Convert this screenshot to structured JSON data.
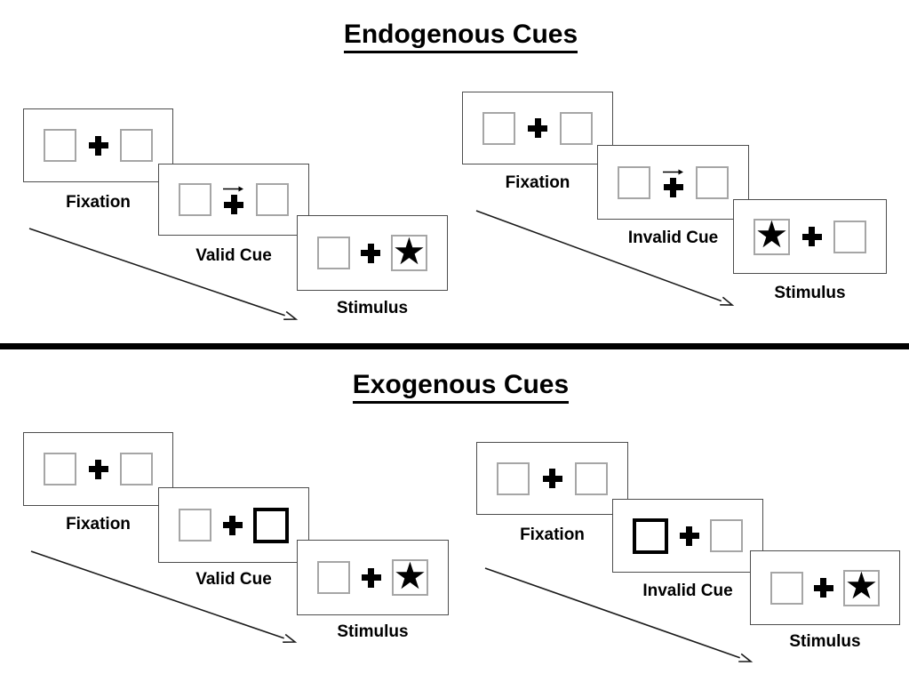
{
  "colors": {
    "ink": "#000000",
    "panel_border": "#4d4d4d",
    "box_border": "#a6a6a6"
  },
  "glyphs": {
    "star": "★"
  },
  "sections": [
    {
      "title": "Endogenous Cues",
      "groups": [
        {
          "name": "valid-cue-trial",
          "frames": [
            {
              "label": "Fixation",
              "left_box": "empty",
              "center": "fixation-cross",
              "right_box": "empty"
            },
            {
              "label": "Valid Cue",
              "left_box": "empty",
              "center": "fixation-cross-with-right-arrow",
              "right_box": "empty"
            },
            {
              "label": "Stimulus",
              "left_box": "empty",
              "center": "fixation-cross",
              "right_box": "star"
            }
          ]
        },
        {
          "name": "invalid-cue-trial",
          "frames": [
            {
              "label": "Fixation",
              "left_box": "empty",
              "center": "fixation-cross",
              "right_box": "empty"
            },
            {
              "label": "Invalid Cue",
              "left_box": "empty",
              "center": "fixation-cross-with-right-arrow",
              "right_box": "empty"
            },
            {
              "label": "Stimulus",
              "left_box": "star",
              "center": "fixation-cross",
              "right_box": "empty"
            }
          ]
        }
      ]
    },
    {
      "title": "Exogenous Cues",
      "groups": [
        {
          "name": "valid-cue-trial",
          "frames": [
            {
              "label": "Fixation",
              "left_box": "empty",
              "center": "fixation-cross",
              "right_box": "empty"
            },
            {
              "label": "Valid Cue",
              "left_box": "empty",
              "center": "fixation-cross",
              "right_box": "highlighted"
            },
            {
              "label": "Stimulus",
              "left_box": "empty",
              "center": "fixation-cross",
              "right_box": "star"
            }
          ]
        },
        {
          "name": "invalid-cue-trial",
          "frames": [
            {
              "label": "Fixation",
              "left_box": "empty",
              "center": "fixation-cross",
              "right_box": "empty"
            },
            {
              "label": "Invalid Cue",
              "left_box": "highlighted",
              "center": "fixation-cross",
              "right_box": "empty"
            },
            {
              "label": "Stimulus",
              "left_box": "empty",
              "center": "fixation-cross",
              "right_box": "star"
            }
          ]
        }
      ]
    }
  ]
}
